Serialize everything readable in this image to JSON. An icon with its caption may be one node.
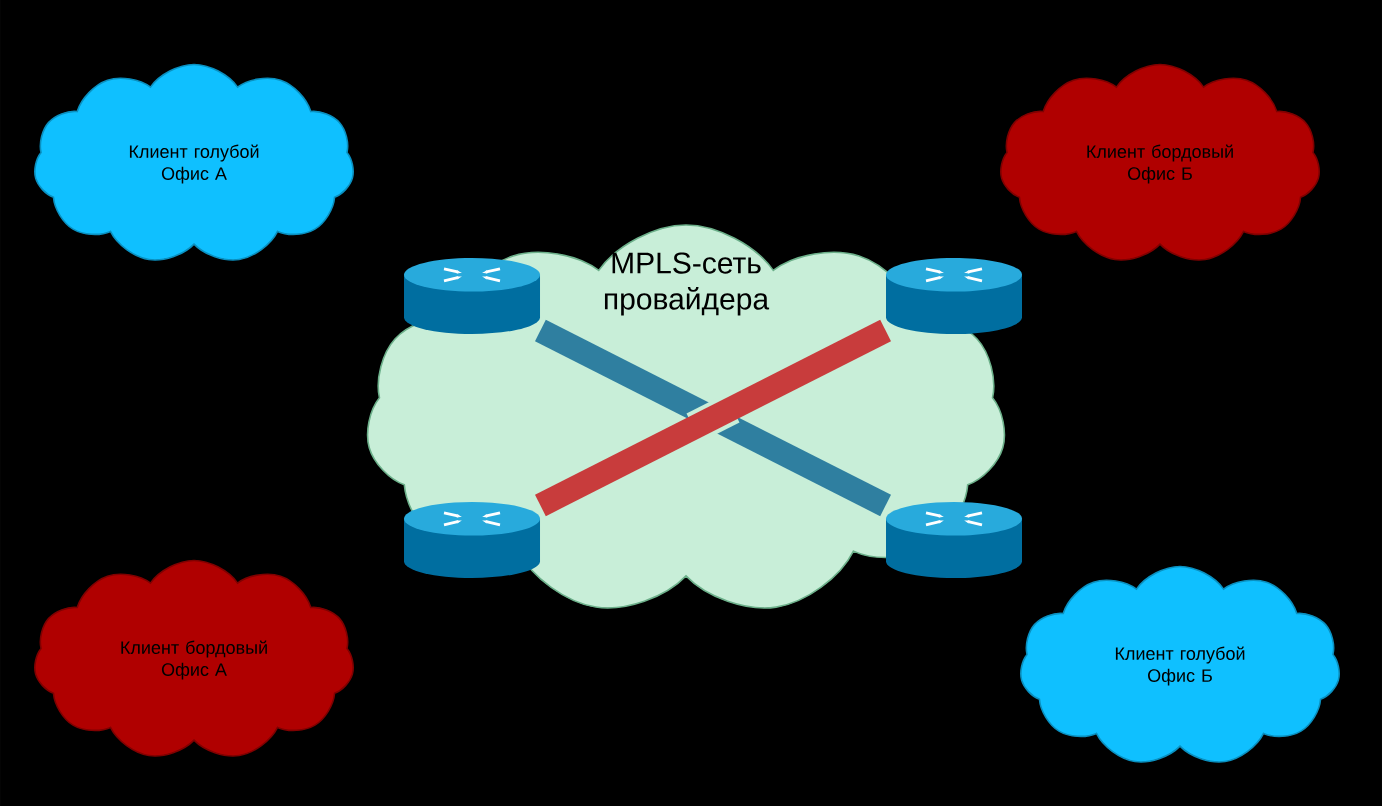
{
  "diagram": {
    "nodes": [
      {
        "text": [
          "Клиент голубой Офис А"
        ]
      },
      {
        "text": [
          "Клиент бордовый Офис Б"
        ]
      },
      {
        "text": [
          "MPLS-сеть провайдера"
        ]
      },
      {
        "text": [],
        "shape": "router"
      },
      {
        "text": [],
        "shape": "router"
      },
      {
        "text": [],
        "shape": "router"
      },
      {
        "text": [],
        "shape": "router"
      },
      {
        "text": [
          "Клиент бордовый Офис А"
        ]
      },
      {
        "text": [
          "Клиент голубой Офис Б"
        ]
      }
    ],
    "edges": [
      {
        "from": 3,
        "to": 6,
        "arrow": "none",
        "color": "#2f7fa0"
      },
      {
        "from": 5,
        "to": 4,
        "arrow": "none",
        "color": "#c83c3c"
      }
    ]
  }
}
